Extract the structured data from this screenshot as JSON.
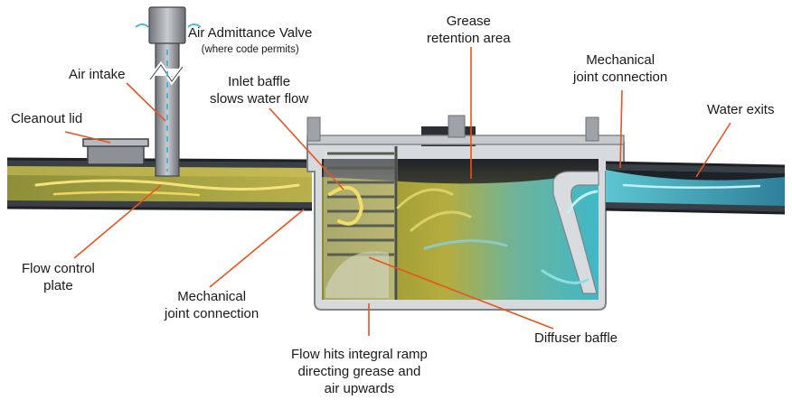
{
  "labels": {
    "air_admittance_valve": "Air Admittance Valve",
    "where_code_permits": "(where code permits)",
    "air_intake": "Air intake",
    "cleanout_lid": "Cleanout lid",
    "inlet_baffle_1": "Inlet baffle",
    "inlet_baffle_2": "slows water flow",
    "grease_retention_1": "Grease",
    "grease_retention_2": "retention area",
    "mech_joint_right_1": "Mechanical",
    "mech_joint_right_2": "joint connection",
    "water_exits": "Water exits",
    "flow_control_1": "Flow control",
    "flow_control_2": "plate",
    "mech_joint_left_1": "Mechanical",
    "mech_joint_left_2": "joint connection",
    "ramp_1": "Flow hits integral ramp",
    "ramp_2": "directing grease and",
    "ramp_3": "air upwards",
    "diffuser_baffle": "Diffuser baffle"
  },
  "colors": {
    "leader_line": "#e8541c",
    "pipe_dark": "#2a2f36",
    "tank_wall": "#cfd3d6",
    "greasy_water": "#a8a53c",
    "clean_water": "#3fb8c6",
    "grease_layer": "#262a30"
  }
}
